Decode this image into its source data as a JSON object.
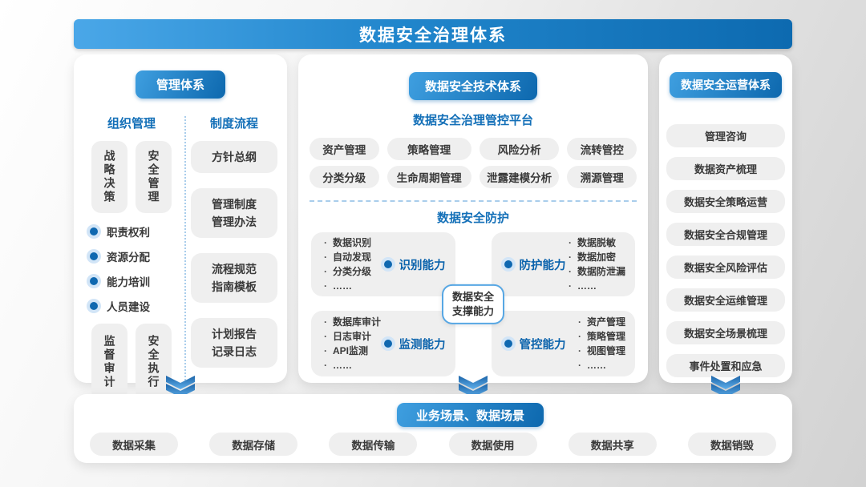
{
  "title": "数据安全治理体系",
  "management": {
    "header": "管理体系",
    "org": {
      "heading": "组织管理",
      "vertical_top": [
        "战略决策",
        "安全管理"
      ],
      "bullets": [
        "职责权利",
        "资源分配",
        "能力培训",
        "人员建设"
      ],
      "vertical_bottom": [
        "监督审计",
        "安全执行"
      ]
    },
    "process": {
      "heading": "制度流程",
      "items": [
        "方针总纲",
        "管理制度\n管理办法",
        "流程规范\n指南模板",
        "计划报告\n记录日志"
      ]
    }
  },
  "technology": {
    "header": "数据安全技术体系",
    "platform": {
      "heading": "数据安全治理管控平台",
      "row1": [
        "资产管理",
        "策略管理",
        "风险分析",
        "流转管控"
      ],
      "row2": [
        "分类分级",
        "生命周期管理",
        "泄露建模分析",
        "溯源管理"
      ]
    },
    "protection": {
      "heading": "数据安全防护",
      "center": "数据安全\n支撑能力",
      "quadrants": [
        {
          "label": "识别能力",
          "items": [
            "数据识别",
            "自动发现",
            "分类分级",
            "……"
          ]
        },
        {
          "label": "防护能力",
          "items": [
            "数据脱敏",
            "数据加密",
            "数据防泄漏",
            "……"
          ]
        },
        {
          "label": "监测能力",
          "items": [
            "数据库审计",
            "日志审计",
            "API监测",
            "……"
          ]
        },
        {
          "label": "管控能力",
          "items": [
            "资产管理",
            "策略管理",
            "视图管理",
            "……"
          ]
        }
      ]
    }
  },
  "operations": {
    "header": "数据安全运营体系",
    "items": [
      "管理咨询",
      "数据资产梳理",
      "数据安全策略运营",
      "数据安全合规管理",
      "数据安全风险评估",
      "数据安全运维管理",
      "数据安全场景梳理",
      "事件处置和应急"
    ]
  },
  "scenarios": {
    "header": "业务场景、数据场景",
    "items": [
      "数据采集",
      "数据存储",
      "数据传输",
      "数据使用",
      "数据共享",
      "数据销毁"
    ]
  },
  "icons": {
    "flow_arrow": "double-chevron-down",
    "bullet": "ring-dot"
  },
  "colors": {
    "accent_blue_dark": "#0d6ab0",
    "accent_blue_light": "#4aa7e8",
    "heading_blue": "#1470b8",
    "label_blue": "#0b63ac",
    "box_gray": "#efefef",
    "text_dark": "#3a3a3a"
  }
}
